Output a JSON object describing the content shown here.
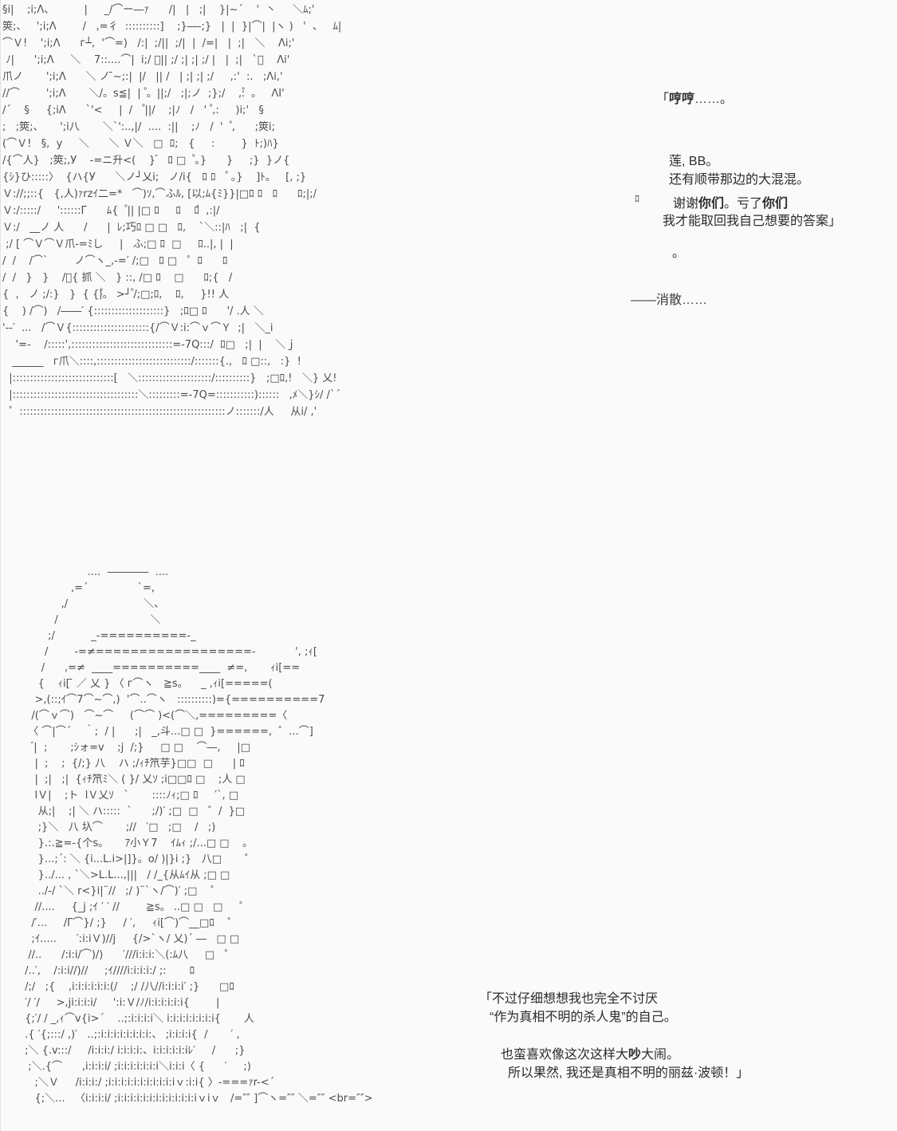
{
  "page": {
    "background": "#fafafa",
    "art_color": "#4c4c4c",
    "dialogue_color": "#2b2b2b"
  },
  "ascii_art": {
    "stray_box_glyph": "ﾛ",
    "top": {
      "lines": [
        "§i|    ;i;Λ、         |     _/⌒ー―ｧ      /|   |   ;|    }|~´    '  丶     ＼ﾑ;'",
        "筴;、   ';i;Λ        /   ,=彳  ::::::::::]    ;}―-;}   |  |  }|⌒|  |ヽ )   '  、   ﾑ|",
        "⌒Ｖ!    ';i;Λ      г┴,  '⌒=)   /:|  ;/||  ;/|  |  /=|   |  ;|   ＼    Λi;'",
        " ﾉ|      ';i;Λ     ＼    7::....⌒|  i;/ ゙|| ;/ ;| ;| ;/ |   |  ;|   `、    Λi'",
        "爪ノ       ';i;Λ      ＼ ノ ̄~;:|  |/   || /   | ;| ;| ;/     ,:'  :.   ;Λi,'",
        "//⌒        ';i;Λ       ＼/。s≦|  |  ゚。||;/   ;|;ノ  ;};/    ,:゚  。   ΛI'",
        "/´    §     {;iΛ      `'<     |  /    ゚||/    ;|ﾉ   /   '  ゚,:     )i;'   §",
        ";   ;筴;、     ';i八       ＼`':..,|/  ....  :||    ;ﾉ   /  '   ゚,      ;筴i;",
        "(⌒Ｖ!   §,  у     ＼      ＼ Ｖ＼   □  ﾛ;   {     :        }  ﾄ;)ﾊ}",
        "/{⌒人}   ;筴;,У    -=ニ升<(    } ゙   ﾛ □   ゚。}      }     ;}  }ノ{",
        "{ｼ}ひ:::::〉  {ハ{У      ＼ノ┘乂i;   ノ/i{   ﾛ ﾛ    ゚ ｡}    ]ﾄ。   [, ;}",
        "Ｖ://;;::{   {,人)ｧrzｲ二=*   ⌒)ｿ,⌒ふﾙ, [以;ﾑ{ﾐ}}|□ﾛ ﾛ   ﾛ      ﾛ;|;/",
        "Ｖ:/:::::/     '::::::Γ      ﾑ{   ゚|| |□ ﾛ     ﾛ    ﾛ゙  ,:|/",
        "Ｖ:/   __ノ 人      /      |  ﾚ;巧ﾛ □ □   ﾛ,    `＼::|ﾊ   ;|  {",
        " ;/ [ ⌒Ｖ⌒Ｖ爪-=ﾐし     |   ふ;□ ﾛ  □     ﾛ..|, |  |",
        "/  /    /⌒`        ノ⌒ヽ_,-=′ /;□   ﾛ □   ゜ﾛ      ﾛ",
        "/  /   }   }    /゙{ 抓 ＼   } ::, /□ ﾛ    □      ﾛ;{   /",
        "{  ,   ノ ;/:}   }  { {}゚。 >┘ ゚/;□;ﾛ,    ﾛ,     }!! 人",
        "{    ) /⌒)   /――′ {::::::::::::::::::::}   ;ﾛ□ ﾛ      '/ .人 ＼",
        "'--′  ...   /⌒Ｖ{::::::::::::::::::::::{/⌒Ｖ:i:⌒ｖ⌒Ｙ  ;|   ＼_i",
        "    '=-    /:::::',:::::::::::::::::::::::::::::=-7Q:::/  ﾛ□   ;|  |    ＼ｊ",
        "   ______   г爪＼::::,:::::::::::::::::::::::::::/:::::::{.,   ﾛ □::,   :}  !",
        "  |:::::::::::::::::::::::::::::[   ＼:::::::::::::::::::::/::::::::::}   ;□ﾛ,!   ＼} 乂!",
        "  |::::::::::::::::::::::::::::::::::::＼:::::::::=-7Q=:::::::::::)::::::   ,ﾒ＼}ｼ/ /`´",
        "  ゜:::::::::::::::::::::::::::::::::::::::::::::::::::::::::::ノ:::::::/人     从i/ ,'",
        ""
      ]
    },
    "bottom": {
      "lines": [
        "                    ....  ――――  ....",
        "               ,=´               `=,",
        "            ,/                       ＼、",
        "          /                            ＼",
        "        ;/           _-==========-_",
        "       /        -=≠==================-            ', ;ｨ[",
        "      /      ,=≠  ____==========____  ≠=,       ｨi[==",
        "     {    ｨi[ ̄ ／ 乂 } 〈 г⌒ヽ   ≧s。    _ ,ｨi[=====(",
        "    >,(::;ｲ⌒7⌒~⌒,)  '⌒..⌒ヽ   ::::::::::)={==========7",
        "   /(⌒ｖ⌒)   ⌒~⌒     (⌒⌒ )<(⌒＼,=========〈",
        "  〈 ⌒|⌒´    ｀;  / |      ;|   _,斗...□ □  }======,  ゜...⌒]",
        "    ゙|  ;       ;ｼォ=v    ;j  /;}     □ □    ⌒―,     |□",
        "    |  ;    ;  {/;} 八    ハ ;/ｨﾁ笊芋}□□  □      | ﾛ",
        "    |  ;|   ;|  {ｨﾁ笊ﾐ＼ ( }/ 乂ｿ ;i□□ﾛ □    ;人 □",
        "    lＶ|    ;ト  lＶ乂ｿ   `       ::::ﾉｨ;□ ﾛ     ′`, □",
        "     从;|    ;| ＼ ハ:::::  `      ;/)′ ;□  □   ゜/  }□",
        "     ;}＼   八 圦⌒       ;//   ′□   ;□    /   ;)",
        "     }.:.≧=-{个s。     ｱ小Ｙ7    ｲﾑｨ ;/...□ □    。",
        "     }...;´: ＼ {i...L.i>|]}。o/ )|}i ;}   八□       ゜",
        "     }../... , `＼>L.L...,|||   / /_{从ﾑｲ从 ;□ □",
        "     ../-/ `＼ r<}i|¨//   ;/ )¨`ヽ/⌒)′ ;□    ゜",
        "    //....     {_j ;ｲ ′ ′ //        ≧s。 ..□ □   □     ゜",
        "   /′...     /Γ⌒}/ ;}     / ′,     ｨi[⌒)⌒__□ﾛ    ゜",
        "   ;ｲ.....      ′:i:iＶ)//j     {/>`ヽ/ 乂)´ ―   □ □",
        "  //..      /:i:i/⌒)/)      ′///i:i:i:＼(:ﾑ八     □   ゜",
        " /..′,    /:i:i//)//     ;ｲ////i:i:i:i:/ ;:       ﾛ",
        " /;/   ;{    ,i:i:i:i:i:i:(/    ;/ /八//i:i:i:i′ ;}      □ﾛ",
        " ′/ ′/     >,ji:i:i:i/     ':i:Ｖ/ﾉ/i:i:i:i:i:i{        |",
        " {;′/ / _,ｨ⌒v{i>´    ..;:i:i:i:i＼ i:i:i:i:i:i:i:i{       人",
        " .{ ′{;:::/ ,)′   ..;:i:i:i:i:i:i:i:i:、 ;i:i:i:i{  /       ′ ,",
        " ;＼ {.v:::/     /i:i:i:/ i:i:i:i:、i:i:i:i:i:iﾚ′     /      ;}",
        "  ;＼.{⌒      ,i:i:i:i/ ;i:i:i:i:i:i:i＼i:i:i〈 {      ′     ;)",
        "    ;＼Ｖ     /i:i:i:/ ;i:i:i:i:i:i:i:i:i:i:iｖ:i:i{ 〉-===ｧr-<´",
        "    {;＼...   〈i:i:i:i/ ;i:i:i:i:i:i:i:i:i:i:i:i:iｖiｖ   /=″″ ]⌒ヽ=″″ ＼=″″ <br=″″>"
      ]
    }
  },
  "dialogue_top": {
    "lines": [
      {
        "segments": [
          {
            "t": "「",
            "b": false
          },
          {
            "t": "哼哼",
            "b": true
          },
          {
            "t": "……。",
            "b": false
          }
        ]
      },
      {
        "segments": [
          {
            "t": "莲, BB。",
            "b": false
          }
        ]
      },
      {
        "segments": [
          {
            "t": "还有顺带那边的大混混。",
            "b": false
          }
        ]
      },
      {
        "segments": [
          {
            "t": "谢谢",
            "b": false
          },
          {
            "t": "你们",
            "b": true
          },
          {
            "t": "。亏了",
            "b": false
          },
          {
            "t": "你们",
            "b": true
          }
        ]
      },
      {
        "segments": [
          {
            "t": "我才能取回我自己想要的答案」",
            "b": false
          }
        ]
      },
      {
        "segments": [
          {
            "t": "。",
            "b": false
          }
        ]
      },
      {
        "segments": [
          {
            "t": "——消散……",
            "b": false
          }
        ]
      }
    ]
  },
  "dialogue_bottom": {
    "lines": [
      {
        "segments": [
          {
            "t": "「不过仔细想想我也完全不讨厌",
            "b": false
          }
        ]
      },
      {
        "segments": [
          {
            "t": "“作为真相不明的杀人鬼”的自己。",
            "b": false
          }
        ]
      },
      {
        "segments": [
          {
            "t": "也蛮喜欢像这次这样大",
            "b": false
          },
          {
            "t": "吵",
            "b": true
          },
          {
            "t": "大闹。",
            "b": false
          }
        ]
      },
      {
        "segments": [
          {
            "t": "所以果然, 我还是真相不明的丽兹·波顿！」",
            "b": false
          }
        ]
      }
    ]
  }
}
